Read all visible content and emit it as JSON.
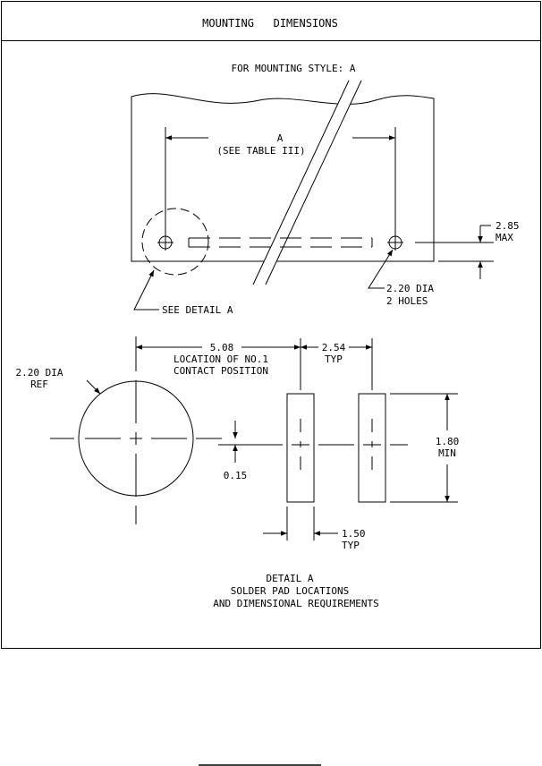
{
  "header": {
    "title": "MOUNTING   DIMENSIONS"
  },
  "top_view": {
    "style_label": "FOR MOUNTING STYLE: A",
    "dim_a": "A",
    "dim_a_note": "(SEE TABLE III)",
    "max_value": "2.85",
    "max_label": "MAX",
    "hole_value": "2.20 DIA",
    "hole_count": "2 HOLES",
    "detail_callout": "SEE DETAIL A"
  },
  "detail": {
    "pad_dia": "2.20 DIA",
    "pad_ref": "REF",
    "loc_value": "5.08",
    "loc_label_1": "LOCATION OF NO.1",
    "loc_label_2": "CONTACT POSITION",
    "pitch_value": "2.54",
    "pitch_label": "TYP",
    "offset_value": "0.15",
    "height_value": "1.80",
    "height_label": "MIN",
    "width_value": "1.50",
    "width_label": "TYP"
  },
  "caption": {
    "line1": "DETAIL A",
    "line2": "SOLDER PAD LOCATIONS",
    "line3": "AND DIMENSIONAL REQUIREMENTS"
  }
}
